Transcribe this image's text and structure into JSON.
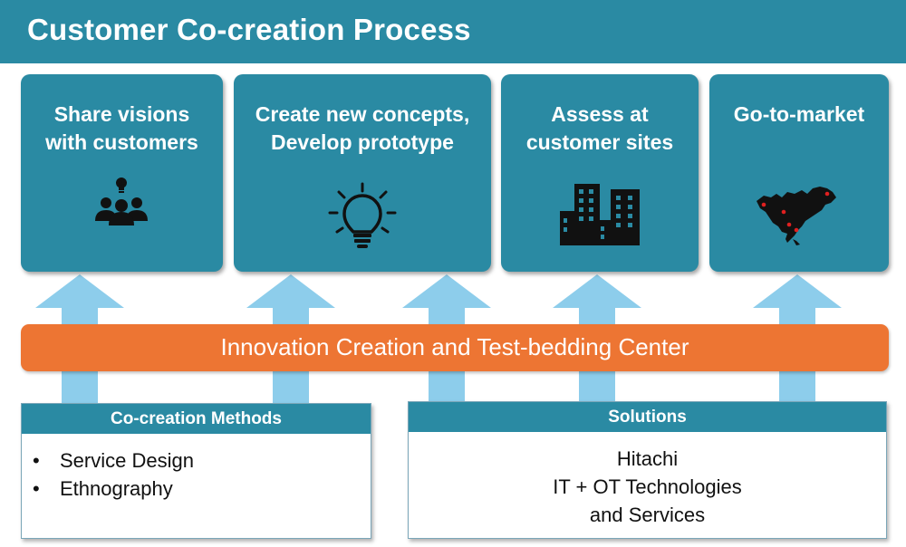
{
  "header": {
    "title": "Customer Co-creation Process"
  },
  "stages": [
    {
      "lines": [
        "Share visions",
        "with customers"
      ],
      "icon": "people-lightbulb-icon"
    },
    {
      "lines": [
        "Create new concepts,",
        "Develop prototype"
      ],
      "icon": "lightbulb-icon"
    },
    {
      "lines": [
        "Assess at",
        "customer sites"
      ],
      "icon": "buildings-icon"
    },
    {
      "lines": [
        "Go-to-market"
      ],
      "icon": "north-america-map-icon"
    }
  ],
  "center": {
    "label": "Innovation Creation and Test-bedding Center"
  },
  "methods": {
    "title": "Co-creation Methods",
    "items": [
      "Service Design",
      "Ethnography"
    ],
    "bullet": "•"
  },
  "solutions": {
    "title": "Solutions",
    "lines": [
      "Hitachi",
      "IT + OT Technologies",
      "and Services"
    ]
  },
  "colors": {
    "teal": "#2a8aa3",
    "orange": "#ed7533",
    "arrow": "#8dcdeb",
    "icon": "#111111"
  }
}
